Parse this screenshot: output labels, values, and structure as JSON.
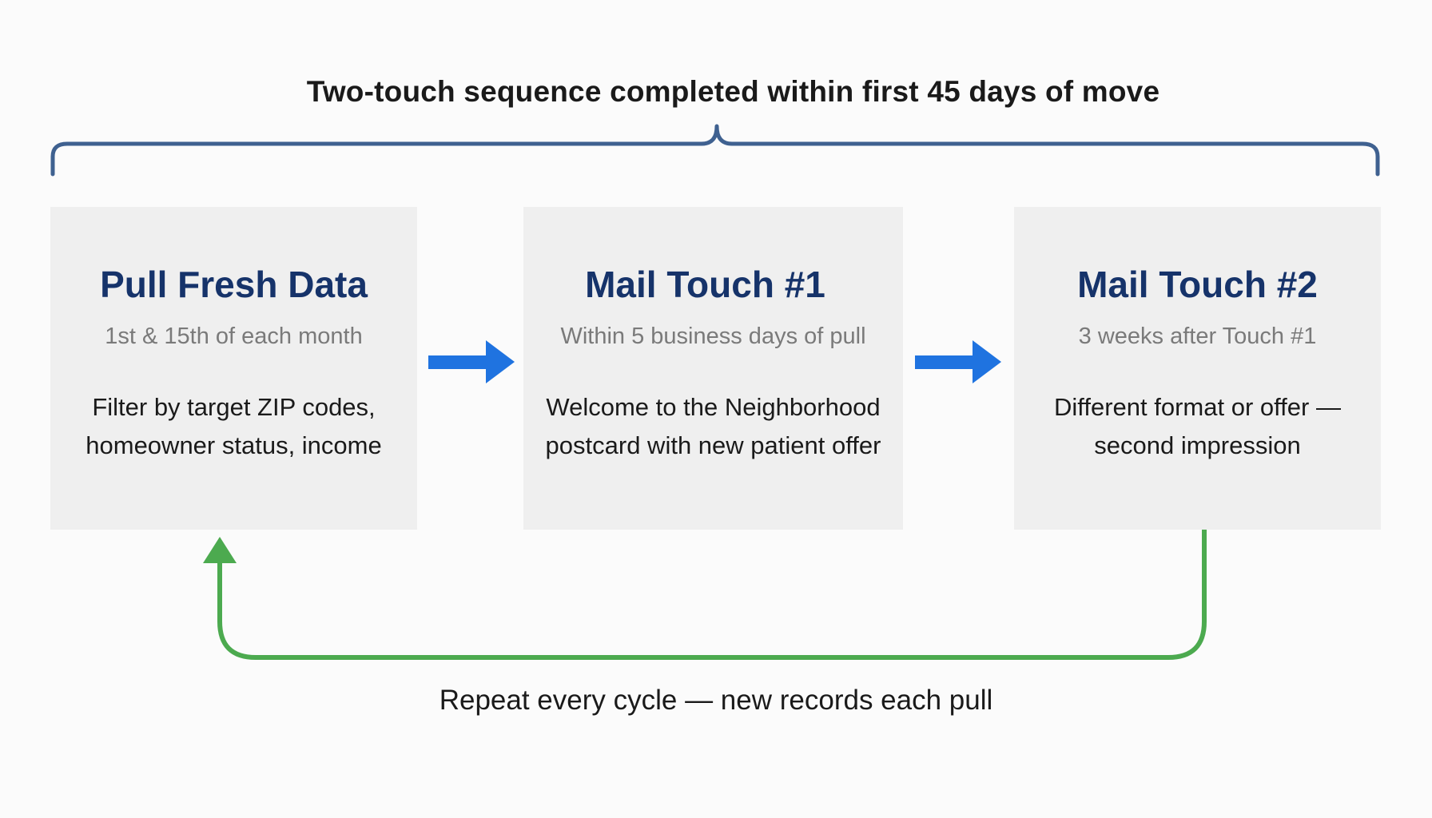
{
  "header": {
    "span_label": "Two-touch sequence completed within first 45 days of move"
  },
  "steps": [
    {
      "title": "Pull Fresh Data",
      "subtitle": "1st & 15th of each month",
      "description": "Filter by target ZIP codes, homeowner status, income"
    },
    {
      "title": "Mail Touch #1",
      "subtitle": "Within 5 business days of pull",
      "description": "Welcome to the Neighborhood postcard with new patient offer"
    },
    {
      "title": "Mail Touch #2",
      "subtitle": "3 weeks after Touch #1",
      "description": "Different format or offer — second impression"
    }
  ],
  "loop": {
    "label": "Repeat every cycle — new records each pull"
  },
  "colors": {
    "bracket": "#3f6190",
    "forward_arrow": "#1f73e0",
    "loop_arrow": "#4caa4f",
    "card_background": "#efefef",
    "title_text": "#16336a"
  }
}
